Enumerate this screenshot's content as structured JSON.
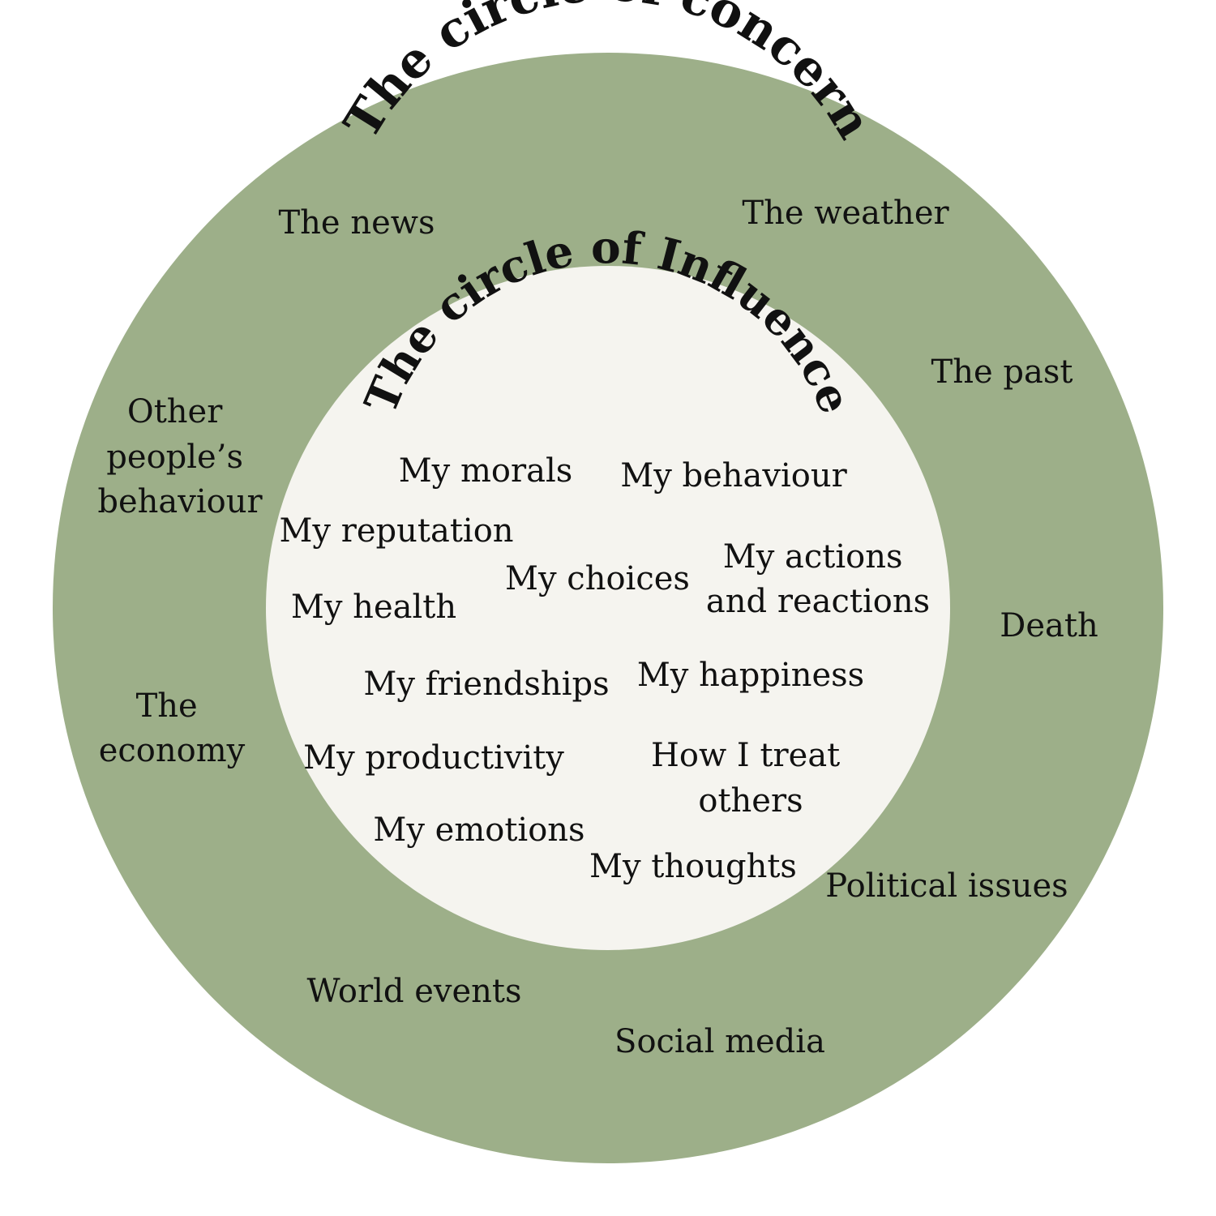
{
  "colors": {
    "outer_circle": "#9daf89",
    "inner_circle": "#f5f4ef",
    "text": "#111111"
  },
  "outer": {
    "title": "The circle of concern",
    "items": {
      "news": "The news",
      "weather": "The weather",
      "past": "The past",
      "other_behaviour": [
        "Other",
        "people’s",
        "behaviour"
      ],
      "death": "Death",
      "economy": [
        "The",
        "economy"
      ],
      "political": "Political issues",
      "world_events": "World events",
      "social_media": "Social media"
    }
  },
  "inner": {
    "title": "The circle of Influence",
    "items": {
      "morals": "My morals",
      "behaviour": "My behaviour",
      "reputation": "My reputation",
      "actions": [
        "My actions",
        "and reactions"
      ],
      "choices": "My choices",
      "health": "My health",
      "friendships": "My friendships",
      "happiness": "My happiness",
      "productivity": "My productivity",
      "treat_others": [
        "How I treat",
        "others"
      ],
      "emotions": "My emotions",
      "thoughts": "My thoughts"
    }
  }
}
